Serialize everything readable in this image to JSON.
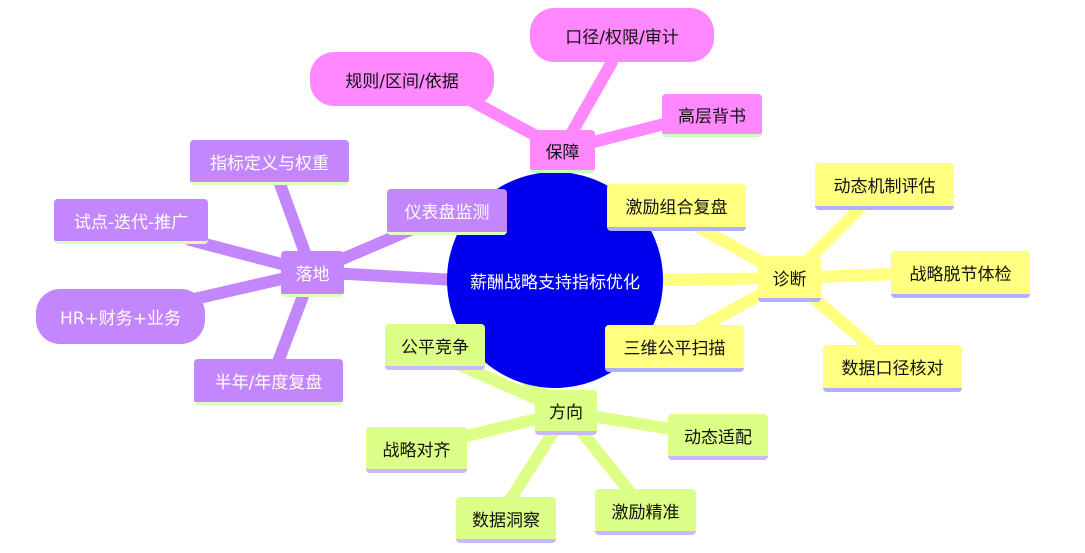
{
  "center": "薪酬战略支持指标优化",
  "branches": {
    "baozhang": {
      "label": "保障",
      "children": [
        "口径/权限/审计",
        "规则/区间/依据",
        "高层背书"
      ]
    },
    "luodi": {
      "label": "落地",
      "children": [
        "指标定义与权重",
        "试点-迭代-推广",
        "HR+财务+业务",
        "半年/年度复盘",
        "仪表盘监测"
      ]
    },
    "zhenduan": {
      "label": "诊断",
      "children": [
        "激励组合复盘",
        "三维公平扫描",
        "动态机制评估",
        "战略脱节体检",
        "数据口径核对"
      ]
    },
    "fangxiang": {
      "label": "方向",
      "children": [
        "公平竞争",
        "战略对齐",
        "动态适配",
        "数据洞察",
        "激励精准"
      ]
    }
  },
  "colors": {
    "center": "#0000ee",
    "baozhang": "#ff88ff",
    "luodi": "#c386fc",
    "zhenduan": "#ffff80",
    "fangxiang": "#dcff88"
  }
}
